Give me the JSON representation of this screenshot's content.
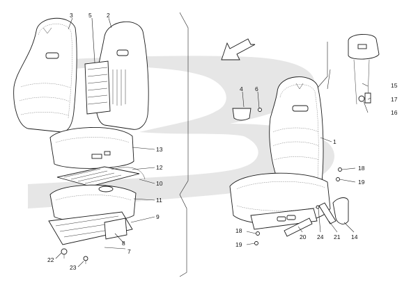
{
  "callouts": {
    "c1": "1",
    "c2": "2",
    "c3": "3",
    "c4": "4",
    "c5": "5",
    "c6": "6",
    "c7": "7",
    "c8": "8",
    "c9": "9",
    "c10": "10",
    "c11": "11",
    "c12": "12",
    "c13": "13",
    "c14": "14",
    "c15": "15",
    "c16": "16",
    "c17": "17",
    "c18a": "18",
    "c18b": "18",
    "c19a": "19",
    "c19b": "19",
    "c20": "20",
    "c21": "21",
    "c22": "22",
    "c23": "23",
    "c24": "24"
  },
  "colors": {
    "background": "#ffffff",
    "watermark": "#e6e6e6",
    "line": "#1a1a1a"
  },
  "icons": {
    "direction": "arrow-icon",
    "logo": "trident-logo"
  }
}
